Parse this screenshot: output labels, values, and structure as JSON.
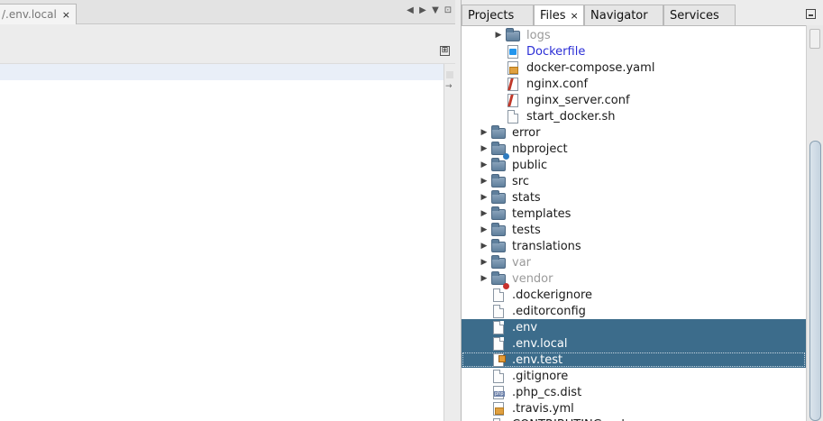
{
  "editor": {
    "tab_label": "/.env.local",
    "tab_close": "×",
    "nav_left": "◀",
    "nav_right": "▶",
    "nav_menu": "▼",
    "nav_maximize": "⊡",
    "expand_symbol": "⊞"
  },
  "explorer": {
    "tabs": [
      {
        "label": "Projects"
      },
      {
        "label": "Files",
        "close": "×"
      },
      {
        "label": "Navigator"
      },
      {
        "label": "Services"
      }
    ],
    "tree": [
      {
        "label": "logs",
        "icon": "folder",
        "expandable": true,
        "style": "muted",
        "indent": 1
      },
      {
        "label": "Dockerfile",
        "icon": "docker",
        "style": "link",
        "indent": 1
      },
      {
        "label": "docker-compose.yaml",
        "icon": "yaml",
        "indent": 1
      },
      {
        "label": "nginx.conf",
        "icon": "config",
        "indent": 1
      },
      {
        "label": "nginx_server.conf",
        "icon": "config",
        "indent": 1
      },
      {
        "label": "start_docker.sh",
        "icon": "file",
        "indent": 1
      },
      {
        "label": "error",
        "icon": "folder",
        "expandable": true,
        "indent": 0
      },
      {
        "label": "nbproject",
        "icon": "folder",
        "badge": "info",
        "expandable": true,
        "indent": 0
      },
      {
        "label": "public",
        "icon": "folder",
        "expandable": true,
        "indent": 0
      },
      {
        "label": "src",
        "icon": "folder",
        "expandable": true,
        "indent": 0
      },
      {
        "label": "stats",
        "icon": "folder",
        "expandable": true,
        "indent": 0
      },
      {
        "label": "templates",
        "icon": "folder",
        "expandable": true,
        "indent": 0
      },
      {
        "label": "tests",
        "icon": "folder",
        "expandable": true,
        "indent": 0
      },
      {
        "label": "translations",
        "icon": "folder",
        "expandable": true,
        "indent": 0
      },
      {
        "label": "var",
        "icon": "folder",
        "expandable": true,
        "style": "muted",
        "indent": 0
      },
      {
        "label": "vendor",
        "icon": "folder",
        "badge": "error",
        "expandable": true,
        "style": "muted",
        "indent": 0
      },
      {
        "label": ".dockerignore",
        "icon": "file",
        "indent": 0
      },
      {
        "label": ".editorconfig",
        "icon": "file",
        "indent": 0
      },
      {
        "label": ".env",
        "icon": "file",
        "selected": true,
        "indent": 0
      },
      {
        "label": ".env.local",
        "icon": "file",
        "selected": true,
        "indent": 0
      },
      {
        "label": ".env.test",
        "icon": "changed",
        "selected": true,
        "focused": true,
        "indent": 0
      },
      {
        "label": ".gitignore",
        "icon": "file",
        "indent": 0
      },
      {
        "label": ".php_cs.dist",
        "icon": "php",
        "indent": 0
      },
      {
        "label": ".travis.yml",
        "icon": "yaml",
        "indent": 0
      },
      {
        "label": "CONTRIBUTING.md",
        "icon": "file",
        "indent": 0
      }
    ]
  }
}
